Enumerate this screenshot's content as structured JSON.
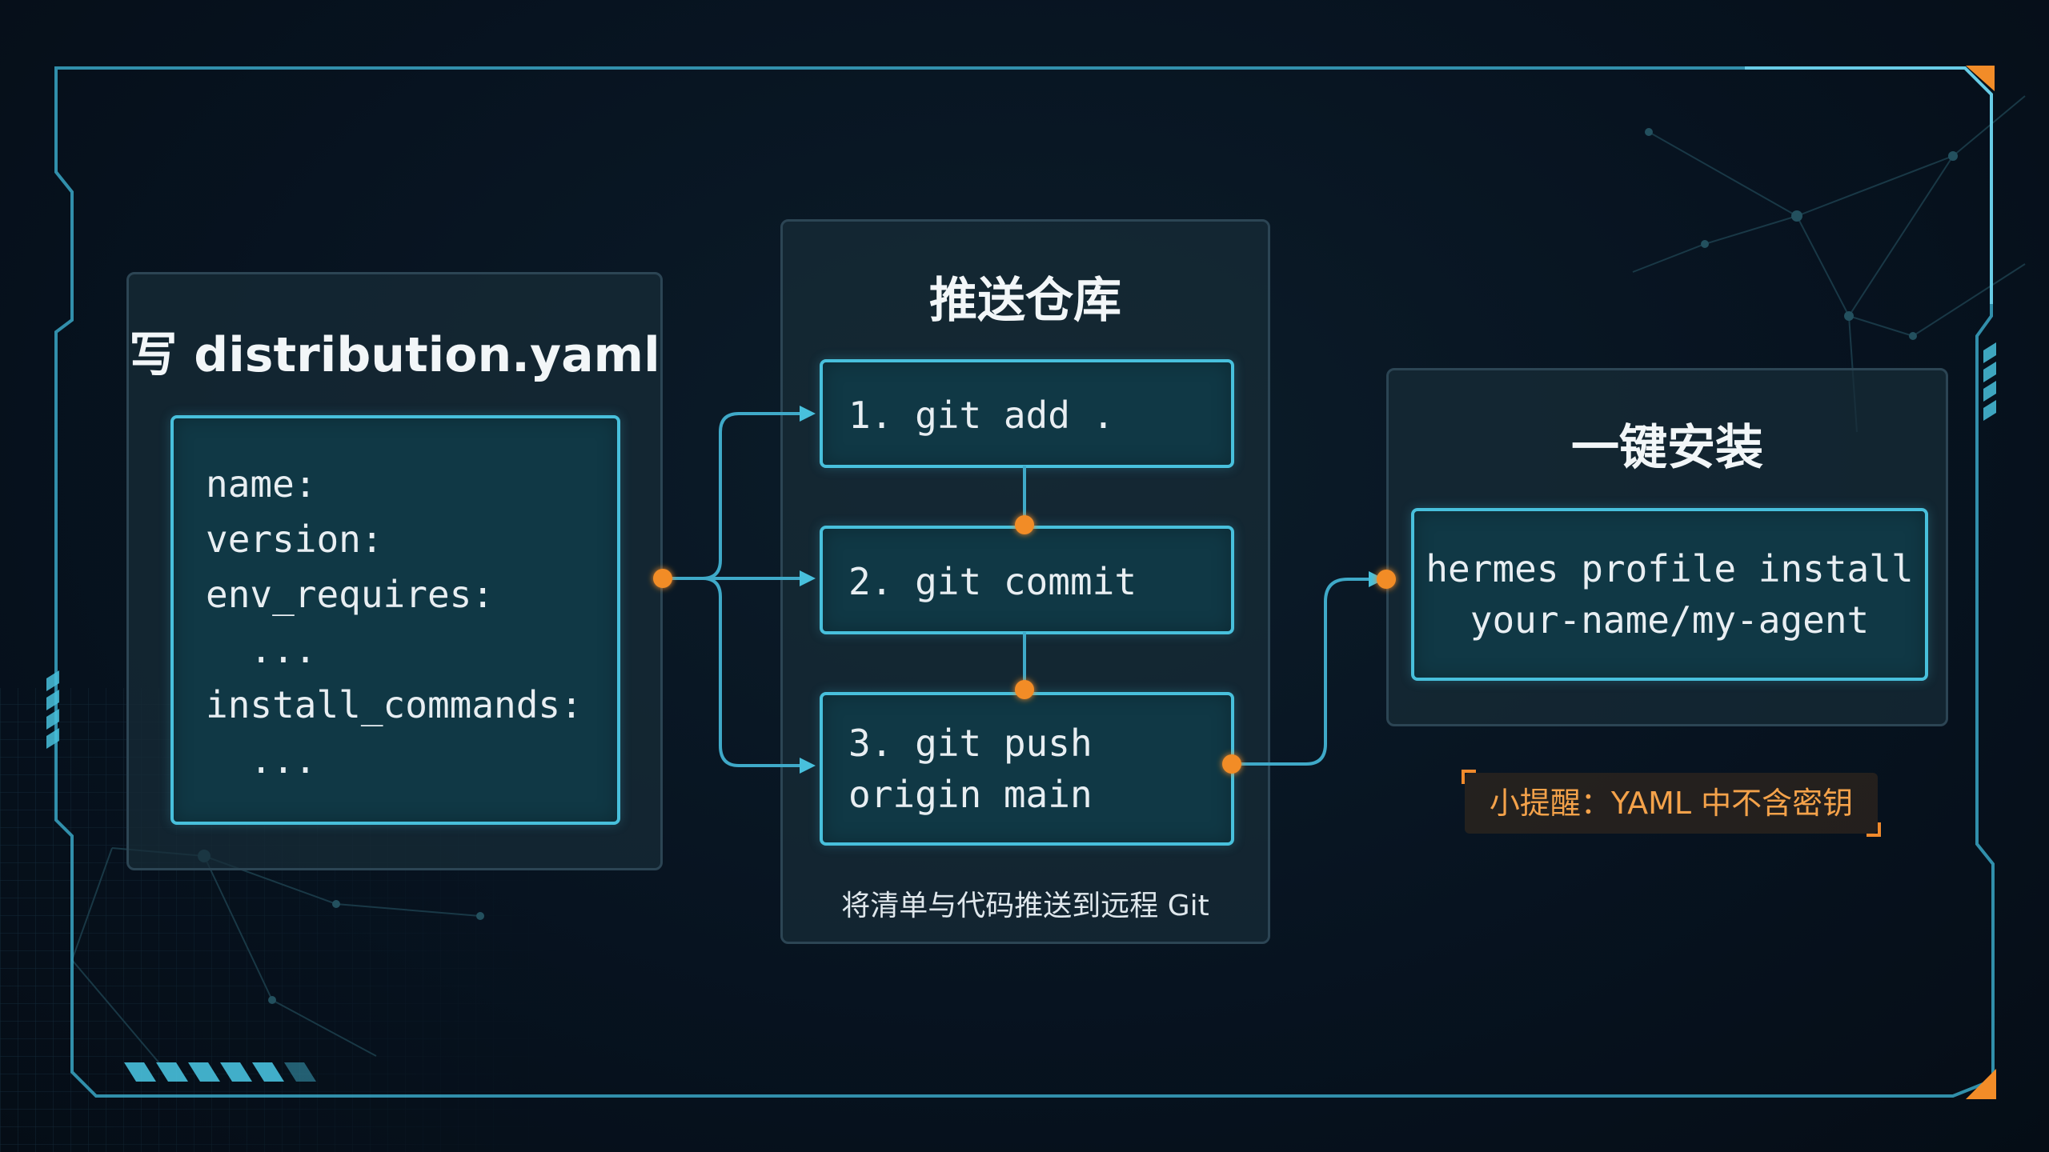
{
  "panels": {
    "yaml": {
      "title": "写 distribution.yaml",
      "lines": [
        "name:",
        "version:",
        "env_requires:",
        "  ...",
        "install_commands:",
        "  ..."
      ]
    },
    "push": {
      "title": "推送仓库",
      "steps": [
        {
          "lines": [
            "1. git add ."
          ]
        },
        {
          "lines": [
            "2. git commit"
          ]
        },
        {
          "lines": [
            "3. git push",
            "origin main"
          ]
        }
      ],
      "caption": "将清单与代码推送到远程 Git"
    },
    "install": {
      "title": "一键安装",
      "command_lines": [
        "hermes profile install",
        "your-name/my-agent"
      ]
    }
  },
  "tip": "小提醒：YAML 中不含密钥",
  "colors": {
    "accent": "#48c0dc",
    "connector": "#3fa9c8",
    "node": "#f28c28",
    "tip": "#f4a24a",
    "frame": "#3aa6c4"
  }
}
